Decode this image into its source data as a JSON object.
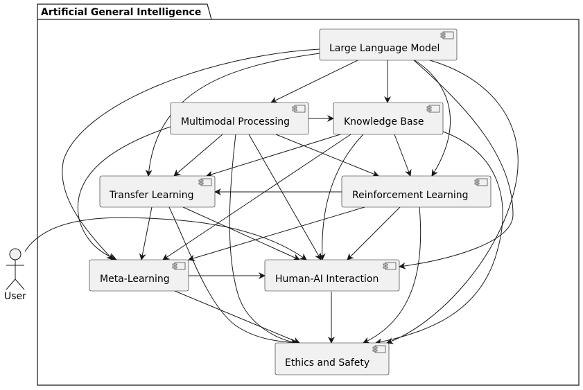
{
  "package": {
    "title": "Artificial General Intelligence"
  },
  "actor": {
    "label": "User"
  },
  "nodes": {
    "llm": {
      "label": "Large Language Model"
    },
    "multimodal": {
      "label": "Multimodal Processing"
    },
    "knowledge": {
      "label": "Knowledge Base"
    },
    "transfer": {
      "label": "Transfer Learning"
    },
    "reinforcement": {
      "label": "Reinforcement Learning"
    },
    "meta": {
      "label": "Meta-Learning"
    },
    "hai": {
      "label": "Human-AI Interaction"
    },
    "ethics": {
      "label": "Ethics and Safety"
    }
  },
  "edges": [
    {
      "from": "llm",
      "to": "multimodal"
    },
    {
      "from": "llm",
      "to": "knowledge"
    },
    {
      "from": "llm",
      "to": "transfer"
    },
    {
      "from": "llm",
      "to": "reinforcement"
    },
    {
      "from": "llm",
      "to": "meta"
    },
    {
      "from": "llm",
      "to": "hai"
    },
    {
      "from": "llm",
      "to": "ethics"
    },
    {
      "from": "multimodal",
      "to": "knowledge"
    },
    {
      "from": "multimodal",
      "to": "transfer"
    },
    {
      "from": "multimodal",
      "to": "reinforcement"
    },
    {
      "from": "multimodal",
      "to": "meta"
    },
    {
      "from": "multimodal",
      "to": "hai"
    },
    {
      "from": "multimodal",
      "to": "ethics"
    },
    {
      "from": "knowledge",
      "to": "transfer"
    },
    {
      "from": "knowledge",
      "to": "reinforcement"
    },
    {
      "from": "knowledge",
      "to": "meta"
    },
    {
      "from": "knowledge",
      "to": "hai"
    },
    {
      "from": "knowledge",
      "to": "ethics"
    },
    {
      "from": "reinforcement",
      "to": "transfer"
    },
    {
      "from": "reinforcement",
      "to": "meta"
    },
    {
      "from": "reinforcement",
      "to": "hai"
    },
    {
      "from": "reinforcement",
      "to": "ethics"
    },
    {
      "from": "transfer",
      "to": "meta"
    },
    {
      "from": "transfer",
      "to": "hai"
    },
    {
      "from": "transfer",
      "to": "ethics"
    },
    {
      "from": "meta",
      "to": "hai"
    },
    {
      "from": "meta",
      "to": "ethics"
    },
    {
      "from": "hai",
      "to": "ethics"
    },
    {
      "from": "user",
      "to": "hai"
    }
  ]
}
